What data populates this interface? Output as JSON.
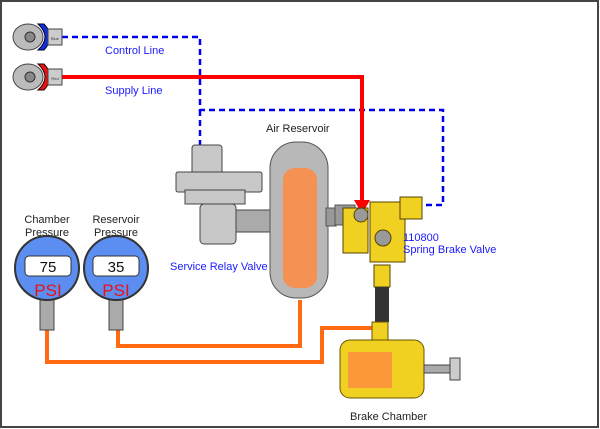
{
  "labels": {
    "control_line": "Control Line",
    "supply_line": "Supply Line",
    "air_reservoir": "Air Reservoir",
    "service_relay_valve": "Service Relay Valve",
    "part_number": "110800",
    "spring_brake_valve": "Spring Brake Valve",
    "brake_chamber": "Brake Chamber"
  },
  "gladhands": {
    "control": "Blue",
    "supply": "Red"
  },
  "gauges": [
    {
      "title1": "Chamber",
      "title2": "Pressure",
      "value": "75",
      "unit": "PSI"
    },
    {
      "title1": "Reservoir",
      "title2": "Pressure",
      "value": "35",
      "unit": "PSI"
    }
  ],
  "colors": {
    "control": "#0000ee",
    "supply": "#ff0000",
    "air": "#ff6a13",
    "gauge": "#5b8ef0",
    "valve": "#f0d020"
  }
}
